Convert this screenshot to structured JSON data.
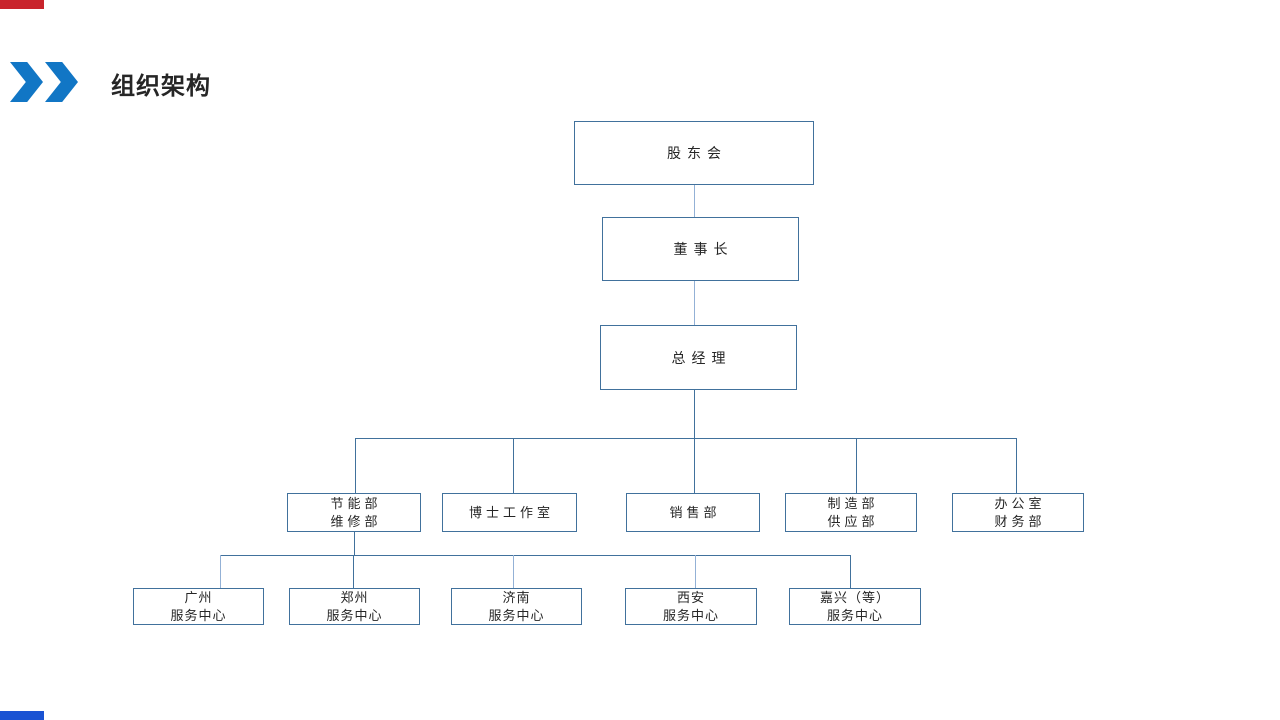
{
  "slide": {
    "title": "组织架构"
  },
  "decorations": {
    "top_left_bar_color": "#C9242C",
    "bottom_left_bar_color": "#1A53D3",
    "chevron_icon_color": "#1176C5"
  },
  "org_chart": {
    "type": "org-tree",
    "level1": {
      "label": "股东会"
    },
    "level2": {
      "label": "董事长"
    },
    "level3": {
      "label": "总经理"
    },
    "departments": [
      {
        "line1": "节能部",
        "line2": "维修部"
      },
      {
        "line1": "博士工作室"
      },
      {
        "line1": "销售部"
      },
      {
        "line1": "制造部",
        "line2": "供应部"
      },
      {
        "line1": "办公室",
        "line2": "财务部"
      }
    ],
    "service_centers": [
      {
        "line1": "广州",
        "line2": "服务中心"
      },
      {
        "line1": "郑州",
        "line2": "服务中心"
      },
      {
        "line1": "济南",
        "line2": "服务中心"
      },
      {
        "line1": "西安",
        "line2": "服务中心"
      },
      {
        "line1": "嘉兴（等）",
        "line2": "服务中心"
      }
    ],
    "colors": {
      "box_border": "#41719C",
      "connector_dark": "#41719C",
      "connector_light": "#93B1D6",
      "text": "#262626"
    }
  }
}
